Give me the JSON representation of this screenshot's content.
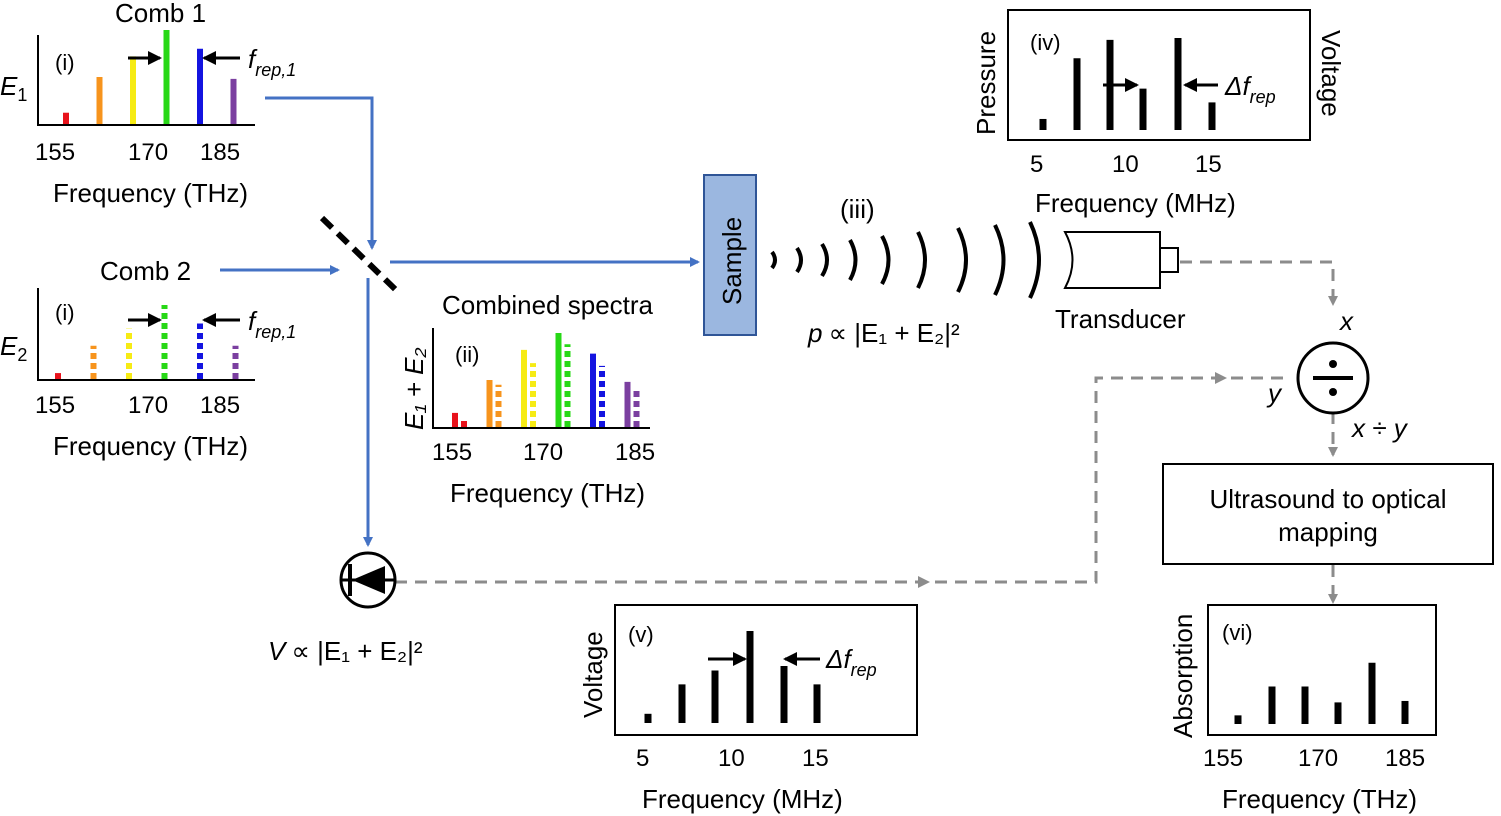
{
  "colors": {
    "blue_path": "#4472C4",
    "gray_path": "#8C8C8C",
    "sample_fill": "#9BB7E0",
    "sample_stroke": "#2F5597",
    "rainbow": [
      "#E8121B",
      "#F7941D",
      "#F6EB14",
      "#27D816",
      "#1414E0",
      "#7B3FA0"
    ]
  },
  "comb1": {
    "title": "Comb 1",
    "roman": "(i)",
    "ylabel_main": "E",
    "ylabel_sub": "1",
    "freq_symbol": "f",
    "freq_sub": "rep,1",
    "ticks": [
      "155",
      "170",
      "185"
    ],
    "xlabel": "Frequency (THz)",
    "bars": [
      0.12,
      0.5,
      0.72,
      1.0,
      0.8,
      0.48
    ]
  },
  "comb2": {
    "title": "Comb 2",
    "roman": "(i)",
    "ylabel_main": "E",
    "ylabel_sub": "2",
    "freq_symbol": "f",
    "freq_sub": "rep,1",
    "ticks": [
      "155",
      "170",
      "185"
    ],
    "xlabel": "Frequency (THz)",
    "bars": [
      0.08,
      0.45,
      0.68,
      1.0,
      0.75,
      0.45
    ]
  },
  "combined": {
    "title": "Combined spectra",
    "roman": "(ii)",
    "ylabel": "E₁ + E₂",
    "ticks": [
      "155",
      "170",
      "185"
    ],
    "xlabel": "Frequency (THz)",
    "solid": [
      0.15,
      0.5,
      0.82,
      1.0,
      0.78,
      0.48
    ],
    "dashed": [
      0.1,
      0.45,
      0.68,
      0.88,
      0.65,
      0.42
    ]
  },
  "sample": {
    "label": "Sample"
  },
  "acoustic": {
    "roman": "(iii)",
    "formula_lhs": "p",
    "formula": "∝ |E₁ + E₂|²"
  },
  "transducer": {
    "label": "Transducer"
  },
  "panel_iv": {
    "roman": "(iv)",
    "ylabel_left": "Pressure",
    "ylabel_right": "Voltage",
    "ticks": [
      "5",
      "10",
      "15"
    ],
    "xlabel": "Frequency (MHz)",
    "delta_symbol": "Δf",
    "delta_sub": "rep",
    "bars": [
      0.12,
      0.78,
      0.98,
      0.45,
      1.0,
      0.3
    ]
  },
  "divider": {
    "x_label": "x",
    "y_label": "y",
    "result_label": "x ÷ y"
  },
  "mapping": {
    "line1": "Ultrasound to optical",
    "line2": "mapping"
  },
  "panel_vi": {
    "roman": "(vi)",
    "ylabel": "Absorption",
    "ticks": [
      "155",
      "170",
      "185"
    ],
    "xlabel": "Frequency (THz)",
    "bars": [
      0.12,
      0.52,
      0.52,
      0.3,
      0.85,
      0.32
    ]
  },
  "photodiode": {
    "formula_lhs": "V",
    "formula": "∝ |E₁ + E₂|²"
  },
  "panel_v": {
    "roman": "(v)",
    "ylabel": "Voltage",
    "ticks": [
      "5",
      "10",
      "15"
    ],
    "xlabel": "Frequency (MHz)",
    "delta_symbol": "Δf",
    "delta_sub": "rep",
    "bars": [
      0.1,
      0.42,
      0.57,
      1.0,
      0.62,
      0.42
    ]
  }
}
